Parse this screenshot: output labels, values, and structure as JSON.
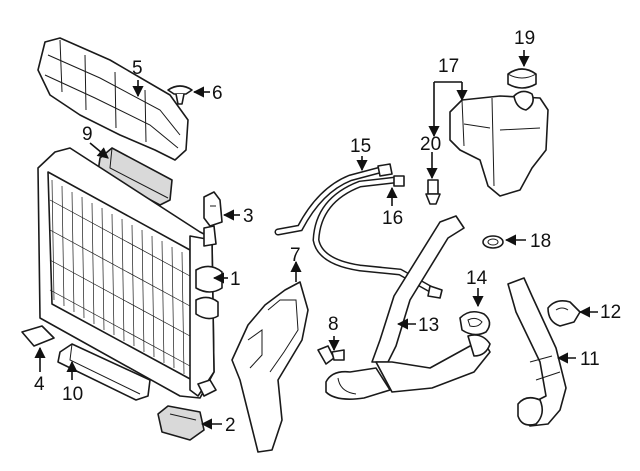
{
  "callouts": {
    "c1": "1",
    "c2": "2",
    "c3": "3",
    "c4": "4",
    "c5": "5",
    "c6": "6",
    "c7": "7",
    "c8": "8",
    "c9": "9",
    "c10": "10",
    "c11": "11",
    "c12": "12",
    "c13": "13",
    "c14": "14",
    "c15": "15",
    "c16": "16",
    "c17": "17",
    "c18": "18",
    "c19": "19",
    "c20": "20"
  },
  "colors": {
    "line": "#1a1a1a",
    "background": "#ffffff",
    "shade": "#d9d9d9"
  }
}
